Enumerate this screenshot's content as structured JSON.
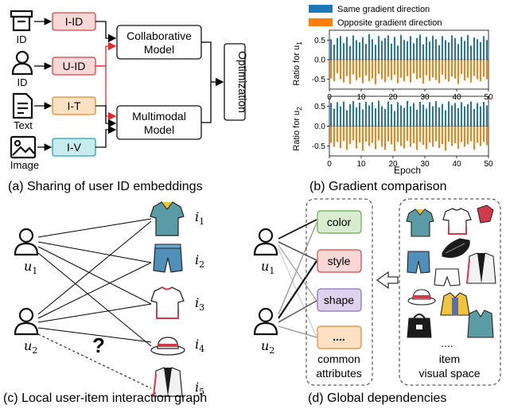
{
  "colors": {
    "blue": "#1f77b4",
    "orange": "#ff7f0e",
    "red": "#e0282e",
    "pink_fill": "#f8d7d7",
    "orange_fill": "#fde1c2",
    "cyan_fill": "#c7ecef",
    "green_fill": "#d9ecd0",
    "purple_fill": "#ddd3ec"
  },
  "panel_a": {
    "caption": "(a) Sharing of user ID embeddings",
    "icons": {
      "id": "ID",
      "user": "ID",
      "text": "Text",
      "image": "Image"
    },
    "boxes": {
      "i_id": "I-ID",
      "u_id": "U-ID",
      "i_t": "I-T",
      "i_v": "I-V"
    },
    "collab_line1": "Collaborative",
    "collab_line2": "Model",
    "multi_line1": "Multimodal",
    "multi_line2": "Model",
    "optimization": "Optimization"
  },
  "panel_b": {
    "caption": "(b) Gradient comparison",
    "legend": [
      "Same gradient direction",
      "Opposite gradient direction"
    ],
    "xlabel": "Epoch",
    "ylabel_top": "Ratio for u",
    "ylabel_top_sub": "1",
    "ylabel_bottom": "Ratio for u",
    "ylabel_bottom_sub": "2"
  },
  "chart_data": [
    {
      "type": "bar",
      "xlabel": "Epoch",
      "ylabel": "Ratio for u1",
      "xlim": [
        0,
        50
      ],
      "ylim": [
        -0.75,
        0.75
      ],
      "xticks": [
        0,
        10,
        20,
        30,
        40,
        50
      ],
      "yticks": [
        -0.5,
        0.0,
        0.5
      ],
      "grid": false,
      "legend_position": "top",
      "series": [
        {
          "name": "Same gradient direction",
          "values": [
            0.52,
            0.38,
            0.55,
            0.6,
            0.42,
            0.58,
            0.35,
            0.62,
            0.5,
            0.44,
            0.57,
            0.4,
            0.65,
            0.52,
            0.38,
            0.6,
            0.48,
            0.55,
            0.62,
            0.41,
            0.58,
            0.36,
            0.63,
            0.5,
            0.47,
            0.6,
            0.42,
            0.55,
            0.64,
            0.39,
            0.58,
            0.46,
            0.61,
            0.52,
            0.37,
            0.6,
            0.5,
            0.44,
            0.62,
            0.55,
            0.4,
            0.58,
            0.48,
            0.63,
            0.36,
            0.57,
            0.52,
            0.45,
            0.6,
            0.5
          ]
        },
        {
          "name": "Opposite gradient direction",
          "values": [
            -0.48,
            -0.55,
            -0.35,
            -0.5,
            -0.58,
            -0.42,
            -0.62,
            -0.38,
            -0.52,
            -0.45,
            -0.6,
            -0.4,
            -0.55,
            -0.48,
            -0.63,
            -0.36,
            -0.5,
            -0.57,
            -0.44,
            -0.52,
            -0.39,
            -0.6,
            -0.46,
            -0.55,
            -0.42,
            -0.58,
            -0.35,
            -0.5,
            -0.47,
            -0.61,
            -0.4,
            -0.54,
            -0.45,
            -0.52,
            -0.6,
            -0.38,
            -0.5,
            -0.56,
            -0.43,
            -0.48,
            -0.62,
            -0.37,
            -0.53,
            -0.46,
            -0.58,
            -0.41,
            -0.5,
            -0.55,
            -0.44,
            -0.5
          ]
        }
      ]
    },
    {
      "type": "bar",
      "xlabel": "Epoch",
      "ylabel": "Ratio for u2",
      "xlim": [
        0,
        50
      ],
      "ylim": [
        -0.75,
        0.75
      ],
      "xticks": [
        0,
        10,
        20,
        30,
        40,
        50
      ],
      "yticks": [
        -0.5,
        0.0,
        0.5
      ],
      "grid": false,
      "series": [
        {
          "name": "Same gradient direction",
          "values": [
            0.58,
            0.44,
            0.6,
            0.5,
            0.62,
            0.4,
            0.55,
            0.63,
            0.47,
            0.59,
            0.42,
            0.61,
            0.52,
            0.6,
            0.45,
            0.64,
            0.5,
            0.43,
            0.62,
            0.55,
            0.38,
            0.6,
            0.52,
            0.46,
            0.63,
            0.5,
            0.58,
            0.41,
            0.61,
            0.54,
            0.44,
            0.6,
            0.5,
            0.63,
            0.47,
            0.56,
            0.4,
            0.62,
            0.52,
            0.58,
            0.45,
            0.6,
            0.5,
            0.55,
            0.62,
            0.43,
            0.58,
            0.5,
            0.61,
            0.52
          ]
        },
        {
          "name": "Opposite gradient direction",
          "values": [
            -0.42,
            -0.52,
            -0.4,
            -0.55,
            -0.38,
            -0.6,
            -0.45,
            -0.36,
            -0.56,
            -0.41,
            -0.62,
            -0.39,
            -0.5,
            -0.42,
            -0.58,
            -0.36,
            -0.52,
            -0.6,
            -0.38,
            -0.46,
            -0.63,
            -0.4,
            -0.5,
            -0.56,
            -0.37,
            -0.52,
            -0.43,
            -0.6,
            -0.4,
            -0.47,
            -0.58,
            -0.41,
            -0.52,
            -0.38,
            -0.55,
            -0.45,
            -0.62,
            -0.39,
            -0.5,
            -0.43,
            -0.57,
            -0.4,
            -0.52,
            -0.46,
            -0.38,
            -0.59,
            -0.42,
            -0.5,
            -0.4,
            -0.48
          ]
        }
      ]
    }
  ],
  "panel_c": {
    "caption": "(c) Local user-item interaction graph",
    "users": [
      {
        "label": "u",
        "sub": "1"
      },
      {
        "label": "u",
        "sub": "2"
      }
    ],
    "items": [
      {
        "label": "i",
        "sub": "1"
      },
      {
        "label": "i",
        "sub": "2"
      },
      {
        "label": "i",
        "sub": "3"
      },
      {
        "label": "i",
        "sub": "4"
      },
      {
        "label": "i",
        "sub": "5"
      }
    ],
    "question": "?"
  },
  "panel_d": {
    "caption": "(d) Global dependencies",
    "attributes": [
      "color",
      "style",
      "shape",
      "...."
    ],
    "attr_caption_1": "common",
    "attr_caption_2": "attributes",
    "space_caption_1": "item",
    "space_caption_2": "visual space",
    "ellipsis": "....",
    "users": [
      {
        "label": "u",
        "sub": "1"
      },
      {
        "label": "u",
        "sub": "2"
      }
    ]
  }
}
